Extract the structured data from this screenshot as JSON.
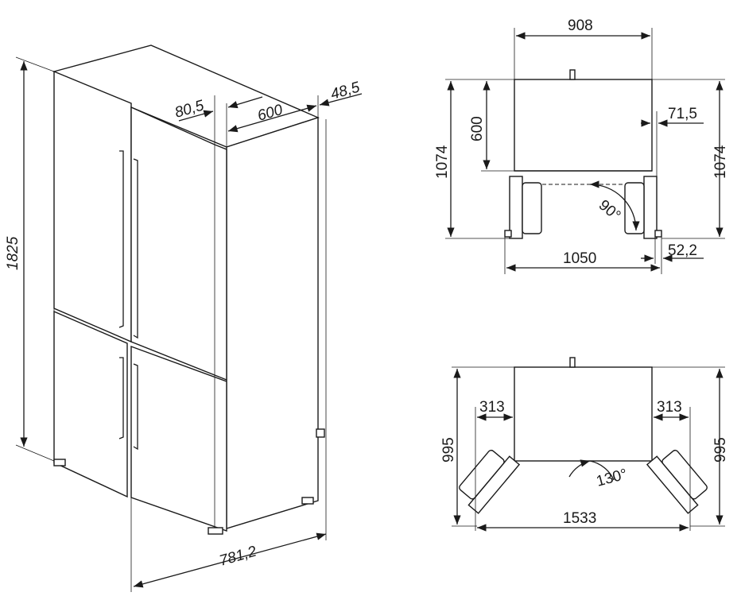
{
  "side_view": {
    "height": "1825",
    "top_left_offset": "80,5",
    "depth": "600",
    "top_right_offset": "48,5",
    "open_depth": "781,2"
  },
  "plan_90": {
    "width": "908",
    "depth_left": "1074",
    "body_depth": "600",
    "depth_right": "1074",
    "side_offset": "71,5",
    "angle": "90°",
    "total_width": "1050",
    "door_offset": "52,2"
  },
  "plan_130": {
    "left_door": "313",
    "right_door": "313",
    "depth_left": "995",
    "depth_right": "995",
    "angle": "130°",
    "total_width": "1533"
  }
}
